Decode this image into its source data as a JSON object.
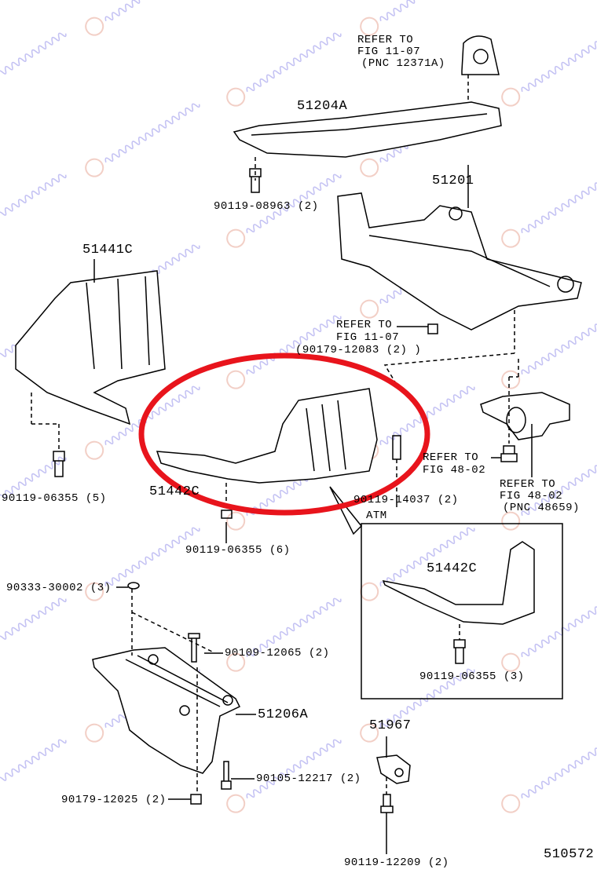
{
  "watermark": "georgakopoulos",
  "diagram_number": "510572",
  "refs": {
    "top_mount": {
      "line1": "REFER TO",
      "line2": "FIG 11-07",
      "line3": "(PNC 12371A)"
    },
    "mid_nut": {
      "line1": "REFER TO",
      "line2": "FIG 11-07",
      "line3": "(90179-12083 (2) )"
    },
    "bolt_right": {
      "line1": "REFER TO",
      "line2": "FIG 48-02"
    },
    "bushing": {
      "line1": "REFER TO",
      "line2": "FIG 48-02",
      "line3": "(PNC 48659)"
    }
  },
  "parts": {
    "p51204A": "51204A",
    "p90119_08963": "90119-08963 (2)",
    "p51201": "51201",
    "p51441C": "51441C",
    "p90119_06355_5": "90119-06355 (5)",
    "p51442C": "51442C",
    "p90119_14037": "90119-14037 (2)",
    "atm": "ATM",
    "p90119_06355_6": "90119-06355 (6)",
    "p90333_30002": "90333-30002 (3)",
    "p51442C_atm": "51442C",
    "p90109_12065": "90109-12065 (2)",
    "p90119_06355_3": "90119-06355 (3)",
    "p51206A": "51206A",
    "p51967": "51967",
    "p90105_12217": "90105-12217 (2)",
    "p90179_12025": "90179-12025 (2)",
    "p90119_12209": "90119-12209 (2)"
  },
  "colors": {
    "highlight": "#e8141c",
    "watermark": "#8a86e8"
  }
}
